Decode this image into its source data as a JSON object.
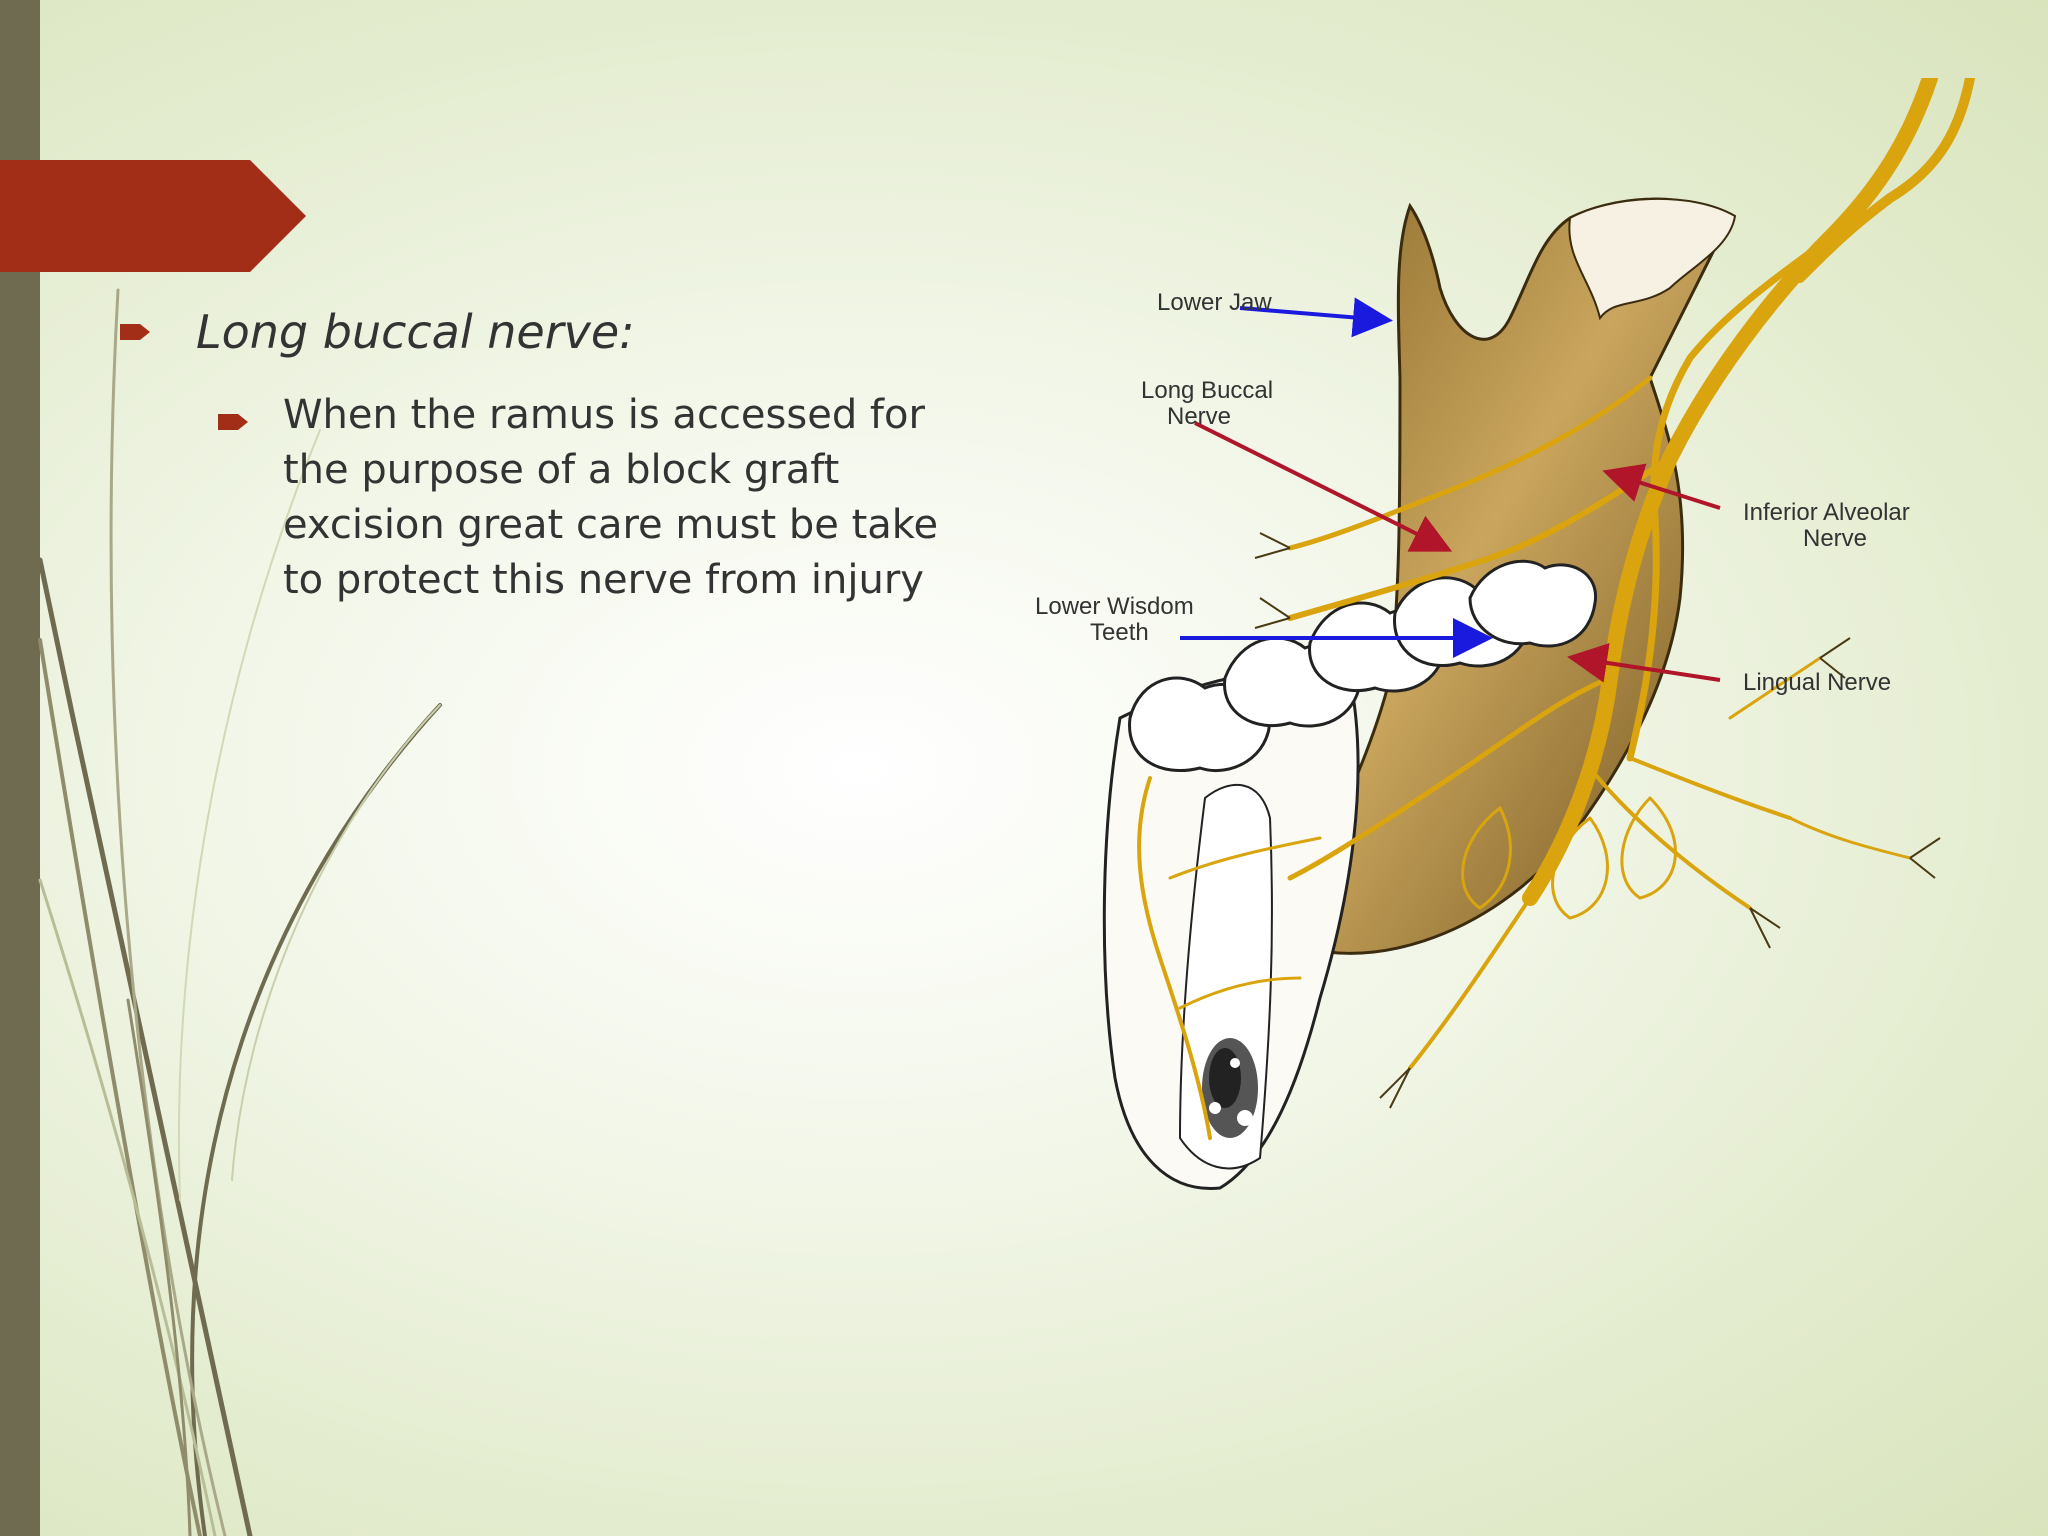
{
  "slide": {
    "bullets": [
      {
        "text": "Long buccal nerve:"
      },
      {
        "text": "When the ramus is accessed for the purpose of a block graft excision great care must be take to protect this nerve from injury"
      }
    ]
  },
  "figure": {
    "labels": {
      "lower_jaw": "Lower Jaw",
      "long_buccal_1": "Long Buccal",
      "long_buccal_2": "Nerve",
      "inferior_alveolar_1": "Inferior Alveolar",
      "inferior_alveolar_2": "Nerve",
      "lower_wisdom_1": "Lower Wisdom",
      "lower_wisdom_2": "Teeth",
      "lingual_nerve": "Lingual Nerve"
    },
    "colors": {
      "blue_arrow": "#1a1adf",
      "red_arrow": "#b0152a",
      "nerve": "#d9a40e",
      "bone": "#b08a3e"
    }
  },
  "theme": {
    "accent": "#a32e17",
    "side_bar": "#6f6b50"
  }
}
